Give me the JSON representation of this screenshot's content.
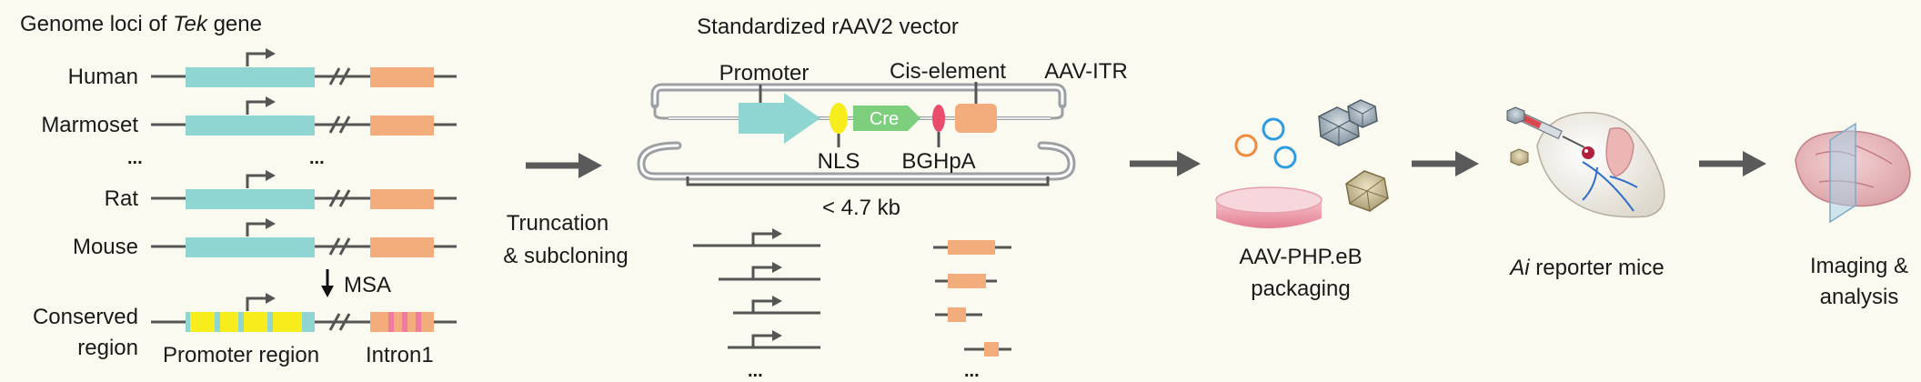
{
  "panel1": {
    "title_prefix": "Genome loci of ",
    "title_gene": "Tek",
    "title_suffix": " gene",
    "species": [
      "Human",
      "Marmoset",
      "...",
      "Rat",
      "Mouse"
    ],
    "ellipsis": "...",
    "msa_label": "MSA",
    "conserved_line1": "Conserved",
    "conserved_line2": "region",
    "promoter_region": "Promoter region",
    "intron1": "Intron1"
  },
  "step1": {
    "line1": "Truncation",
    "line2": "& subcloning"
  },
  "panel2": {
    "title": "Standardized rAAV2 vector",
    "promoter": "Promoter",
    "cis_element": "Cis-element",
    "aav_itr": "AAV-ITR",
    "nls": "NLS",
    "cre": "Cre",
    "bghpa": "BGHpA",
    "size": "< 4.7 kb",
    "ellipsis": "..."
  },
  "panel3": {
    "line1": "AAV-PHP.eB",
    "line2": "packaging"
  },
  "panel4": {
    "italic": "Ai",
    "rest": " reporter mice"
  },
  "panel5": {
    "line1": "Imaging &",
    "line2": "analysis"
  },
  "colors": {
    "promoter_box": "#8fd6d2",
    "intron_box": "#f3ac7c",
    "conserved_yellow": "#f7ed1c",
    "conserved_pink": "#f07aa0",
    "nls": "#f7ed1c",
    "cre": "#7dcf7e",
    "bghpa": "#ea4c6c",
    "arrow": "#5a5a5a",
    "line": "#555555",
    "background": "#fbfaf0"
  }
}
